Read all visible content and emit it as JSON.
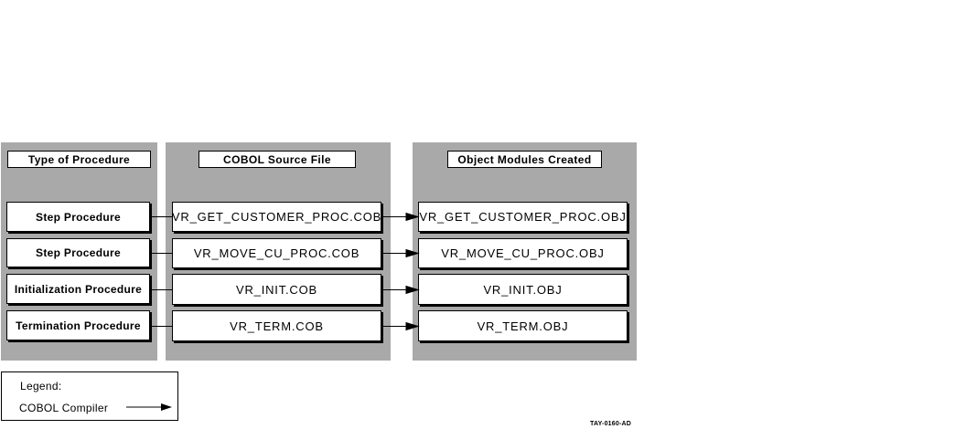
{
  "headers": {
    "procedure_type": "Type of Procedure",
    "source_file": "COBOL Source File",
    "object_modules": "Object  Modules Created"
  },
  "rows": [
    {
      "procedure": "Step  Procedure",
      "source": "VR_GET_CUSTOMER_PROC.COB",
      "object": "VR_GET_CUSTOMER_PROC.OBJ"
    },
    {
      "procedure": "Step Procedure",
      "source": "VR_MOVE_CU_PROC.COB",
      "object": "VR_MOVE_CU_PROC.OBJ"
    },
    {
      "procedure": "Initialization Procedure",
      "source": "VR_INIT.COB",
      "object": "VR_INIT.OBJ"
    },
    {
      "procedure": "Termination Procedure",
      "source": "VR_TERM.COB",
      "object": "VR_TERM.OBJ"
    }
  ],
  "legend": {
    "title": "Legend:",
    "item": "COBOL Compiler"
  },
  "figure_id": "TAY-0160-AD",
  "colors": {
    "panel": "#a9a9a9",
    "box": "#ffffff",
    "line": "#000000"
  }
}
